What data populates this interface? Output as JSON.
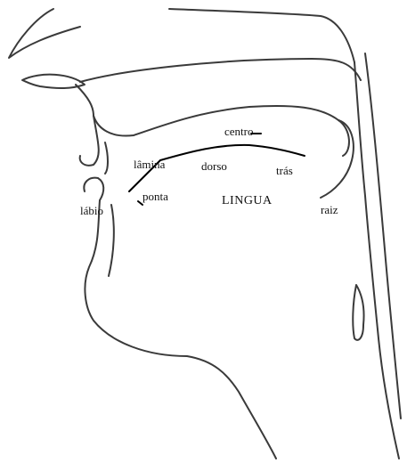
{
  "labels": {
    "centro": "centro",
    "lamina": "lâmina",
    "dorso": "dorso",
    "tras": "trás",
    "labio": "lábio",
    "ponta": "ponta",
    "lingua": "LINGUA",
    "raiz": "raiz"
  },
  "colors": {
    "line": "#3a3a3a",
    "tongue_line": "#000000",
    "background": "#ffffff"
  }
}
